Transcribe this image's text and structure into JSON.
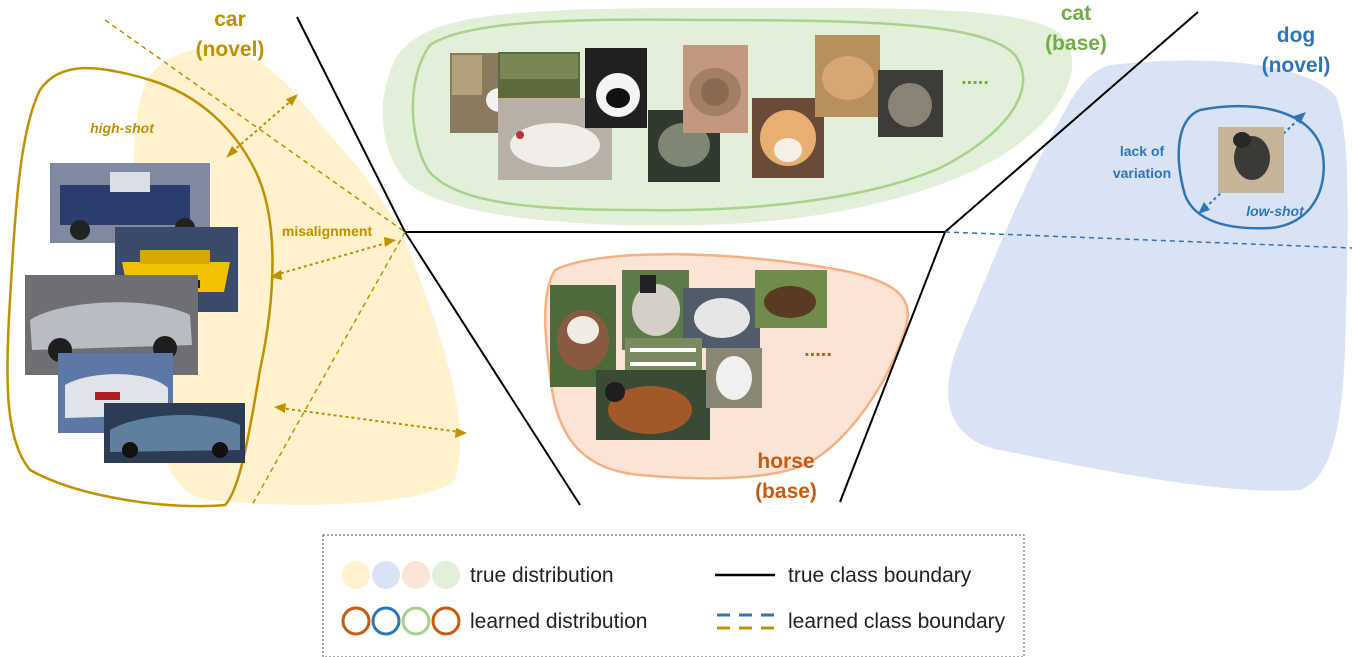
{
  "colors": {
    "car": "#bf9000",
    "cat": "#70ad47",
    "dog": "#2e75b6",
    "horse": "#c55a11",
    "car_fill": "#fff2cc",
    "cat_fill": "#e2efd9",
    "dog_fill": "#dae3f3",
    "horse_fill": "#fbe4d5",
    "horse_outline": "#f4b183",
    "boundary": "#000000"
  },
  "classes": {
    "car": {
      "name": "car",
      "type": "(novel)"
    },
    "cat": {
      "name": "cat",
      "type": "(base)"
    },
    "dog": {
      "name": "dog",
      "type": "(novel)"
    },
    "horse": {
      "name": "horse",
      "type": "(base)"
    }
  },
  "annotations": {
    "high_shot": "high-shot",
    "misalignment": "misalignment",
    "lack_of_variation_1": "lack of",
    "lack_of_variation_2": "variation",
    "low_shot": "low-shot",
    "cat_more": ".....",
    "horse_more": "....."
  },
  "legend": {
    "true_distribution": "true distribution",
    "learned_distribution": "learned distribution",
    "true_class_boundary": "true class boundary",
    "learned_class_boundary": "learned class boundary"
  },
  "icons": [
    "car-photo-icon",
    "cat-photo-icon",
    "dog-photo-icon",
    "horse-photo-icon"
  ]
}
